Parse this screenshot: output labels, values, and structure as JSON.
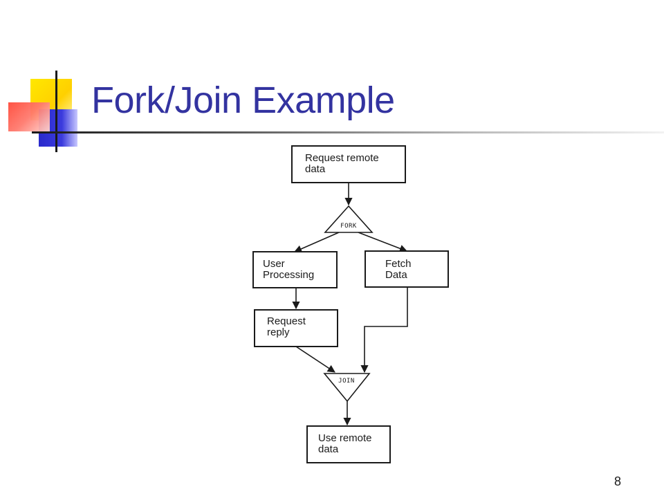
{
  "slide": {
    "title": "Fork/Join Example",
    "page_number": "8"
  },
  "diagram": {
    "nodes": {
      "request_remote": [
        "Request remote",
        "data"
      ],
      "user_processing": [
        "User",
        "Processing"
      ],
      "fetch_data": [
        "Fetch",
        "Data"
      ],
      "request_reply": [
        "Request",
        "reply"
      ],
      "use_remote": [
        "Use remote",
        "data"
      ]
    },
    "fork_label": "FORK",
    "join_label": "JOIN"
  },
  "colors": {
    "title": "#3333a0",
    "accent_yellow": "#ffd000",
    "accent_blue": "#2a2acc",
    "accent_red": "#ff4a3a"
  }
}
